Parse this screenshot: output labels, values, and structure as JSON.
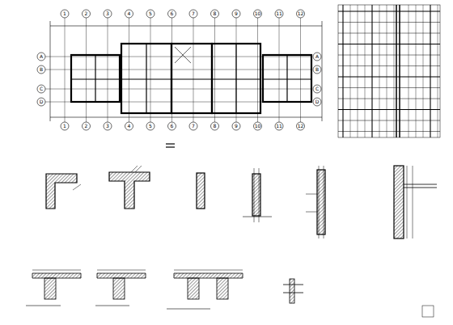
{
  "diagram": {
    "labels": [
      "1",
      "2",
      "3",
      "4",
      "5",
      "6",
      "7",
      "8",
      "9",
      "10",
      "11",
      "12",
      "1",
      "2",
      "3",
      "4",
      "5",
      "6",
      "7",
      "8",
      "9",
      "10",
      "11",
      "12",
      "A",
      "B",
      "C",
      "D",
      "A",
      "B",
      "C",
      "D"
    ]
  }
}
